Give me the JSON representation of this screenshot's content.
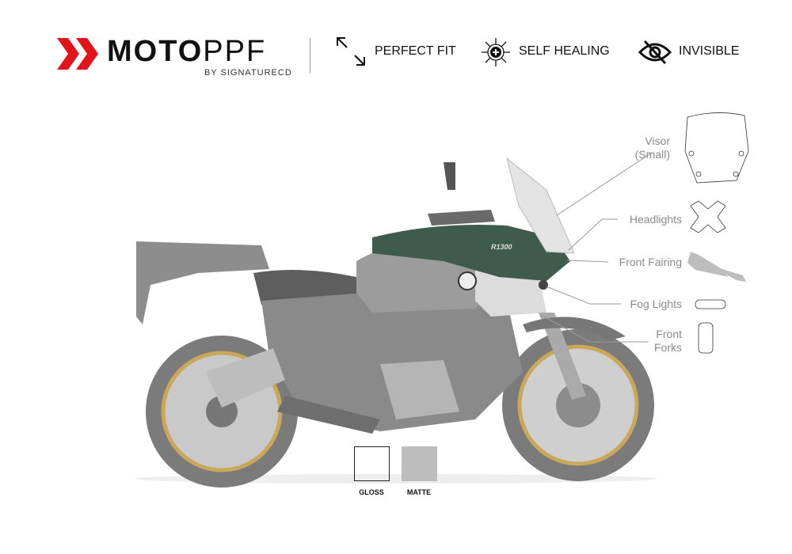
{
  "brand": {
    "name_bold": "MOTO",
    "name_light": "PPF",
    "tagline": "BY SIGNATURECD",
    "accent": "#e3131b"
  },
  "features": [
    {
      "icon": "perfect-fit-icon",
      "label": "PERFECT FIT"
    },
    {
      "icon": "self-healing-icon",
      "label": "SELF HEALING"
    },
    {
      "icon": "invisible-icon",
      "label": "INVISIBLE"
    }
  ],
  "parts": [
    {
      "label_line1": "Visor",
      "label_line2": "(Small)"
    },
    {
      "label_line1": "Headlights"
    },
    {
      "label_line1": "Front Fairing"
    },
    {
      "label_line1": "Fog Lights"
    },
    {
      "label_line1": "Front",
      "label_line2": "Forks"
    }
  ],
  "finishes": [
    {
      "label": "GLOSS",
      "color": "#ffffff"
    },
    {
      "label": "MATTE",
      "color": "#bdbdbd"
    }
  ],
  "bike": {
    "tank_badge": "R1300"
  }
}
